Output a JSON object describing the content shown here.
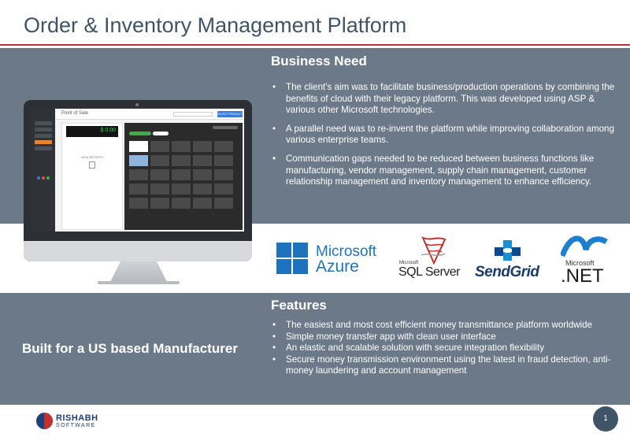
{
  "slide": {
    "title": "Order & Inventory Management Platform",
    "page_number": "1"
  },
  "business_need": {
    "heading": "Business Need",
    "bullets": [
      "The client's aim was to facilitate business/production operations by combining the benefits of cloud with their legacy platform. This was developed  using ASP & various other Microsoft technologies.",
      "A parallel need was to re-invent the platform while improving collaboration among various enterprise teams.",
      "Communication gaps needed to be reduced between business functions like manufacturing, vendor management, supply chain management, customer relationship management and inventory management to enhance efficiency."
    ]
  },
  "features": {
    "heading": "Features",
    "bullets": [
      "The easiest and most cost efficient money transmittance platform worldwide",
      "Simple money transfer app with clean user interface",
      "An elastic and scalable solution with secure integration flexibility",
      "Secure money transmission environment using the latest in fraud detection, anti-money laundering and account management"
    ]
  },
  "built_for": "Built for a US based Manufacturer",
  "tech_logos": {
    "azure_line1": "Microsoft",
    "azure_line2": "Azure",
    "sql_small": "Microsoft",
    "sql_big": "SQL Server",
    "sendgrid": "SendGrid",
    "dotnet_small": "Microsoft",
    "dotnet_big": ".NET"
  },
  "screen_app": {
    "title": "Point of Sale",
    "total": "$ 0.00",
    "view_receipts": "VIEW RECEIPTS",
    "header_button": "SELECT PRODUCTS"
  },
  "brand": {
    "line1": "RISHABH",
    "line2": "SOFTWARE"
  },
  "colors": {
    "band": "#6b7989",
    "title": "#3f5567",
    "rule": "#c0322d",
    "azure_blue": "#1e73be",
    "sendgrid_navy": "#1a3b6e"
  }
}
